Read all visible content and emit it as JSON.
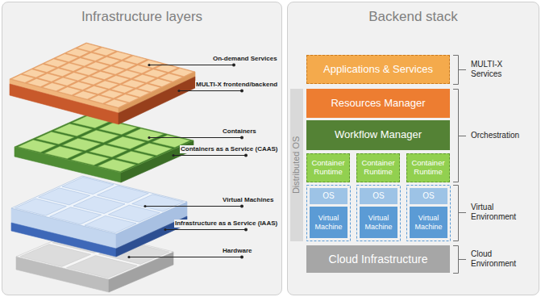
{
  "diagram": {
    "nodes": [
      {
        "text": [
          "Infrastructure layers"
        ]
      },
      {
        "text": [
          "Backend stack"
        ]
      },
      {
        "text": [
          "Applications & Services"
        ],
        "in": 1
      },
      {
        "text": [
          "Distributed OS"
        ],
        "in": 1
      },
      {
        "text": [
          "Resources Manager"
        ],
        "in": 1
      },
      {
        "text": [
          "Workflow Manager"
        ],
        "in": 1
      },
      {
        "text": [
          "Container Runtime"
        ],
        "in": 1
      },
      {
        "text": [
          "Container Runtime"
        ],
        "in": 1
      },
      {
        "text": [
          "Container Runtime"
        ],
        "in": 1
      },
      {
        "text": [
          "OS"
        ],
        "in": 1
      },
      {
        "text": [
          "OS"
        ],
        "in": 1
      },
      {
        "text": [
          "OS"
        ],
        "in": 1
      },
      {
        "text": [
          "Virtual Machine"
        ],
        "in": 1
      },
      {
        "text": [
          "Virtual Machine"
        ],
        "in": 1
      },
      {
        "text": [
          "Virtual Machine"
        ],
        "in": 1
      },
      {
        "text": [
          "Cloud Infrastructure"
        ],
        "in": 1
      }
    ],
    "labels": [
      "On-demand Services",
      "MULTI-X frontend/backend",
      "Containers",
      "Containers as a Service (CAAS)",
      "Virtual Machines",
      "Infrastructure as a Service (IAAS)",
      "Hardware",
      "MULTI-X Services",
      "Orchestration",
      "Virtual Environment",
      "Cloud Environment"
    ]
  }
}
